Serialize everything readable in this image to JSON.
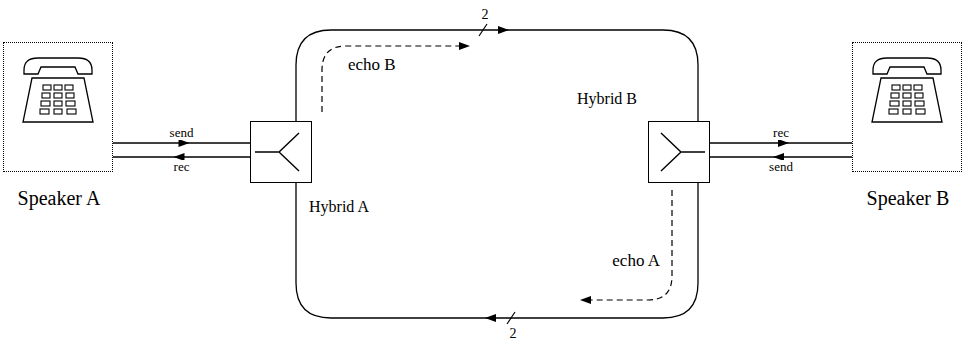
{
  "diagram": {
    "nodes": [
      {
        "text": [
          "Speaker A"
        ]
      },
      {
        "text": [
          "Hybrid A"
        ]
      },
      {
        "text": [
          "Hybrid B"
        ]
      },
      {
        "text": [
          "Speaker B"
        ]
      }
    ],
    "edges": [
      {
        "from": 0,
        "to": 1,
        "arrow": "to",
        "label": "send"
      },
      {
        "from": 1,
        "to": 0,
        "arrow": "to",
        "label": "rec"
      },
      {
        "from": 1,
        "to": 2,
        "arrow": "to",
        "label": "2"
      },
      {
        "from": 2,
        "to": 1,
        "arrow": "to",
        "label": "2"
      },
      {
        "from": 2,
        "to": 3,
        "arrow": "to",
        "label": "rec"
      },
      {
        "from": 3,
        "to": 2,
        "arrow": "to",
        "label": "send"
      }
    ],
    "labels": [
      "echo B",
      "echo A"
    ]
  }
}
